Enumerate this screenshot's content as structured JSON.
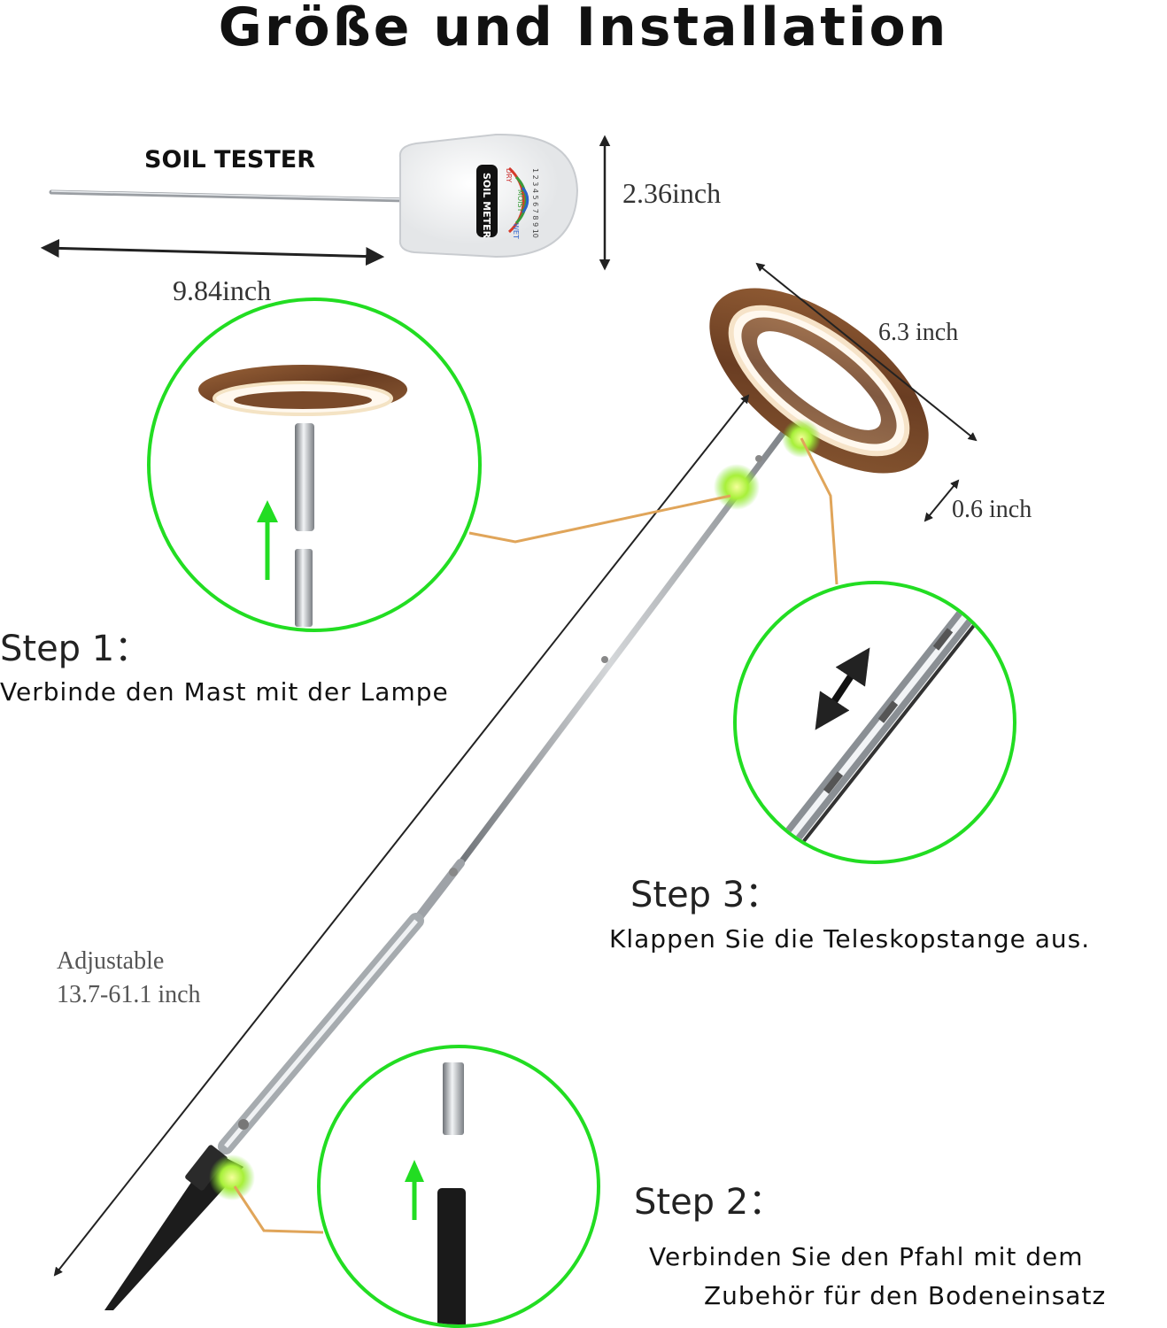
{
  "title": "Größe und Installation",
  "soil_tester": {
    "label": "SOIL TESTER",
    "meter_label": "SOIL METER",
    "meter_scale": "1 2 3 4 5 6 7 8 9 10",
    "meter_dry": "DRY",
    "meter_moist": "MOIST",
    "meter_wet": "WET",
    "length": "9.84inch",
    "height": "2.36inch"
  },
  "lamp": {
    "diameter": "6.3 inch",
    "thickness": "0.6 inch",
    "adjustable_label": "Adjustable",
    "adjustable_range": "13.7-61.1 inch"
  },
  "steps": [
    {
      "number": "Step 1：",
      "text": "Verbinde den Mast mit der Lampe"
    },
    {
      "number": "Step 2：",
      "text_line1": "Verbinden Sie den Pfahl mit dem",
      "text_line2": "Zubehör für den Bodeneinsatz"
    },
    {
      "number": "Step 3：",
      "text": "Klappen Sie die Teleskopstange aus."
    }
  ],
  "colors": {
    "highlight_green": "#22dd22",
    "leader_line": "#e0a55a",
    "wood": "#7a4a2a",
    "steel": "#b8bcc0",
    "stake": "#1a1a1a"
  }
}
